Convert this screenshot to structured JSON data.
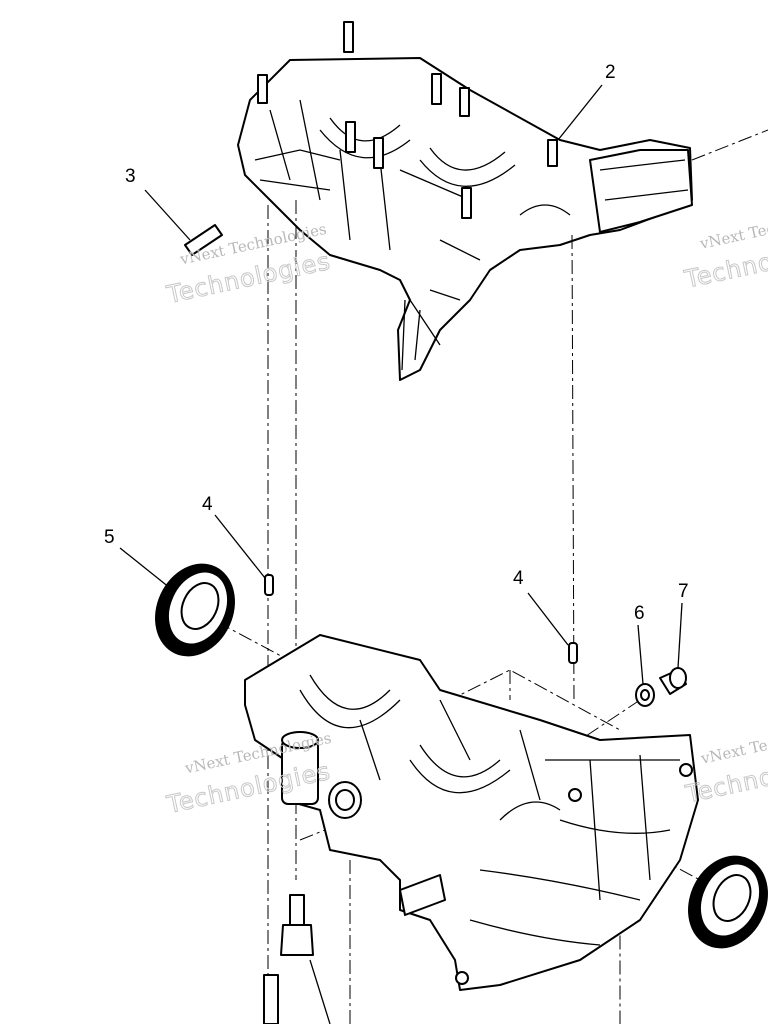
{
  "callouts": [
    "2",
    "3",
    "4",
    "4",
    "5",
    "6",
    "7"
  ],
  "watermark": {
    "line1": "vNext Technologies",
    "line2": "Technologies"
  },
  "colors": {
    "line": "#000000",
    "watermark": "#b8b8b8",
    "background": "#ffffff"
  }
}
